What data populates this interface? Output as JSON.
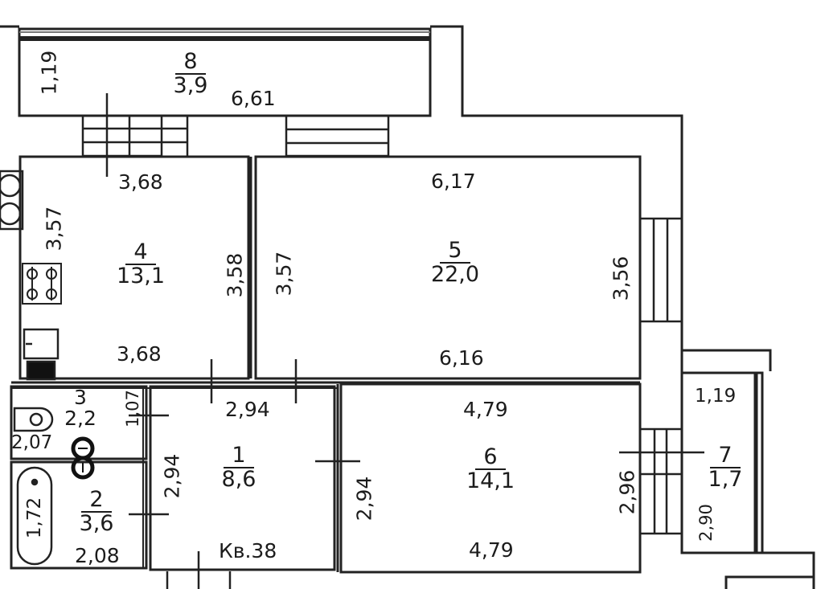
{
  "plan": {
    "apartment_label": "Кв.38",
    "colors": {
      "wall": "#222222",
      "background": "#ffffff"
    }
  },
  "rooms": [
    {
      "id": "1",
      "area": "8,6",
      "dims": {
        "top": "2,94",
        "side": "2,94"
      }
    },
    {
      "id": "2",
      "area": "3,6",
      "dims": {
        "bottom": "2,08",
        "bath": "1,72"
      }
    },
    {
      "id": "3",
      "area": "2,2",
      "dims": {
        "width": "2,07",
        "side": "1,07"
      }
    },
    {
      "id": "4",
      "area": "13,1",
      "dims": {
        "top": "3,68",
        "bottom": "3,68",
        "left": "3,57",
        "right": "3,58"
      }
    },
    {
      "id": "5",
      "area": "22,0",
      "dims": {
        "top": "6,17",
        "bottom": "6,16",
        "left": "3,57",
        "right": "3,56"
      }
    },
    {
      "id": "6",
      "area": "14,1",
      "dims": {
        "top": "4,79",
        "bottom": "4,79",
        "left": "2,94",
        "right": "2,96"
      }
    },
    {
      "id": "7",
      "area": "1,7",
      "dims": {
        "top": "1,19",
        "side": "2,90"
      }
    },
    {
      "id": "8",
      "area": "3,9",
      "dims": {
        "length": "6,61",
        "side": "1,19"
      }
    }
  ],
  "icons": [
    "sink-icon",
    "stove-icon",
    "kitchen-sink-icon",
    "washbasin-icon",
    "toilet-icon",
    "bathtub-icon",
    "window-icon",
    "door-icon"
  ]
}
